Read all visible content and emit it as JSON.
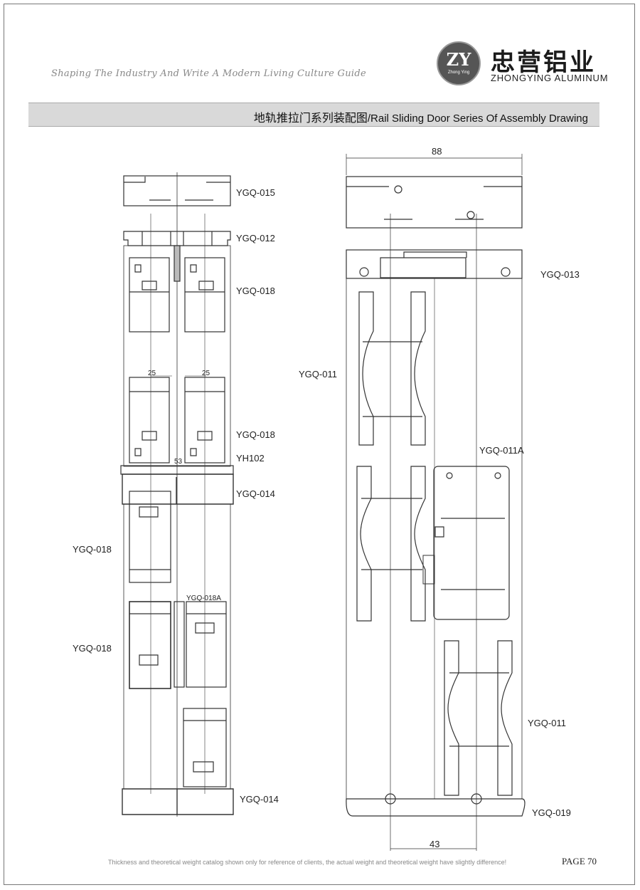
{
  "header": {
    "slogan": "Shaping The Industry And Write A Modern Living Culture Guide",
    "logo_mark": "ZY",
    "logo_sub": "Zhong Ying",
    "brand_cn": "忠营铝业",
    "brand_en": "ZHONGYING ALUMINUM"
  },
  "title": {
    "cn": "地轨推拉门系列装配图",
    "en": "/Rail Sliding Door Series Of Assembly Drawing"
  },
  "left_drawing": {
    "labels": {
      "ygq015": "YGQ-015",
      "ygq012": "YGQ-012",
      "ygq018_a": "YGQ-018",
      "ygq018_b": "YGQ-018",
      "yh102": "YH102",
      "ygq014_top": "YGQ-014",
      "ygq018_c": "YGQ-018",
      "ygq018a": "YGQ-018A",
      "ygq018_d": "YGQ-018",
      "ygq014_bottom": "YGQ-014"
    },
    "dims": {
      "d25_left": "25",
      "d25_right": "25",
      "d53": "53"
    }
  },
  "right_drawing": {
    "labels": {
      "ygq013": "YGQ-013",
      "ygq011_top": "YGQ-011",
      "ygq011a": "YGQ-011A",
      "ygq011_bottom": "YGQ-011",
      "ygq019": "YGQ-019"
    },
    "dims": {
      "width_top": "88",
      "width_bottom": "43"
    }
  },
  "footer": {
    "note": "Thickness and theoretical weight catalog shown only for reference of clients, the actual weight and theoretical weight have slightly difference!",
    "page": "PAGE  70"
  }
}
